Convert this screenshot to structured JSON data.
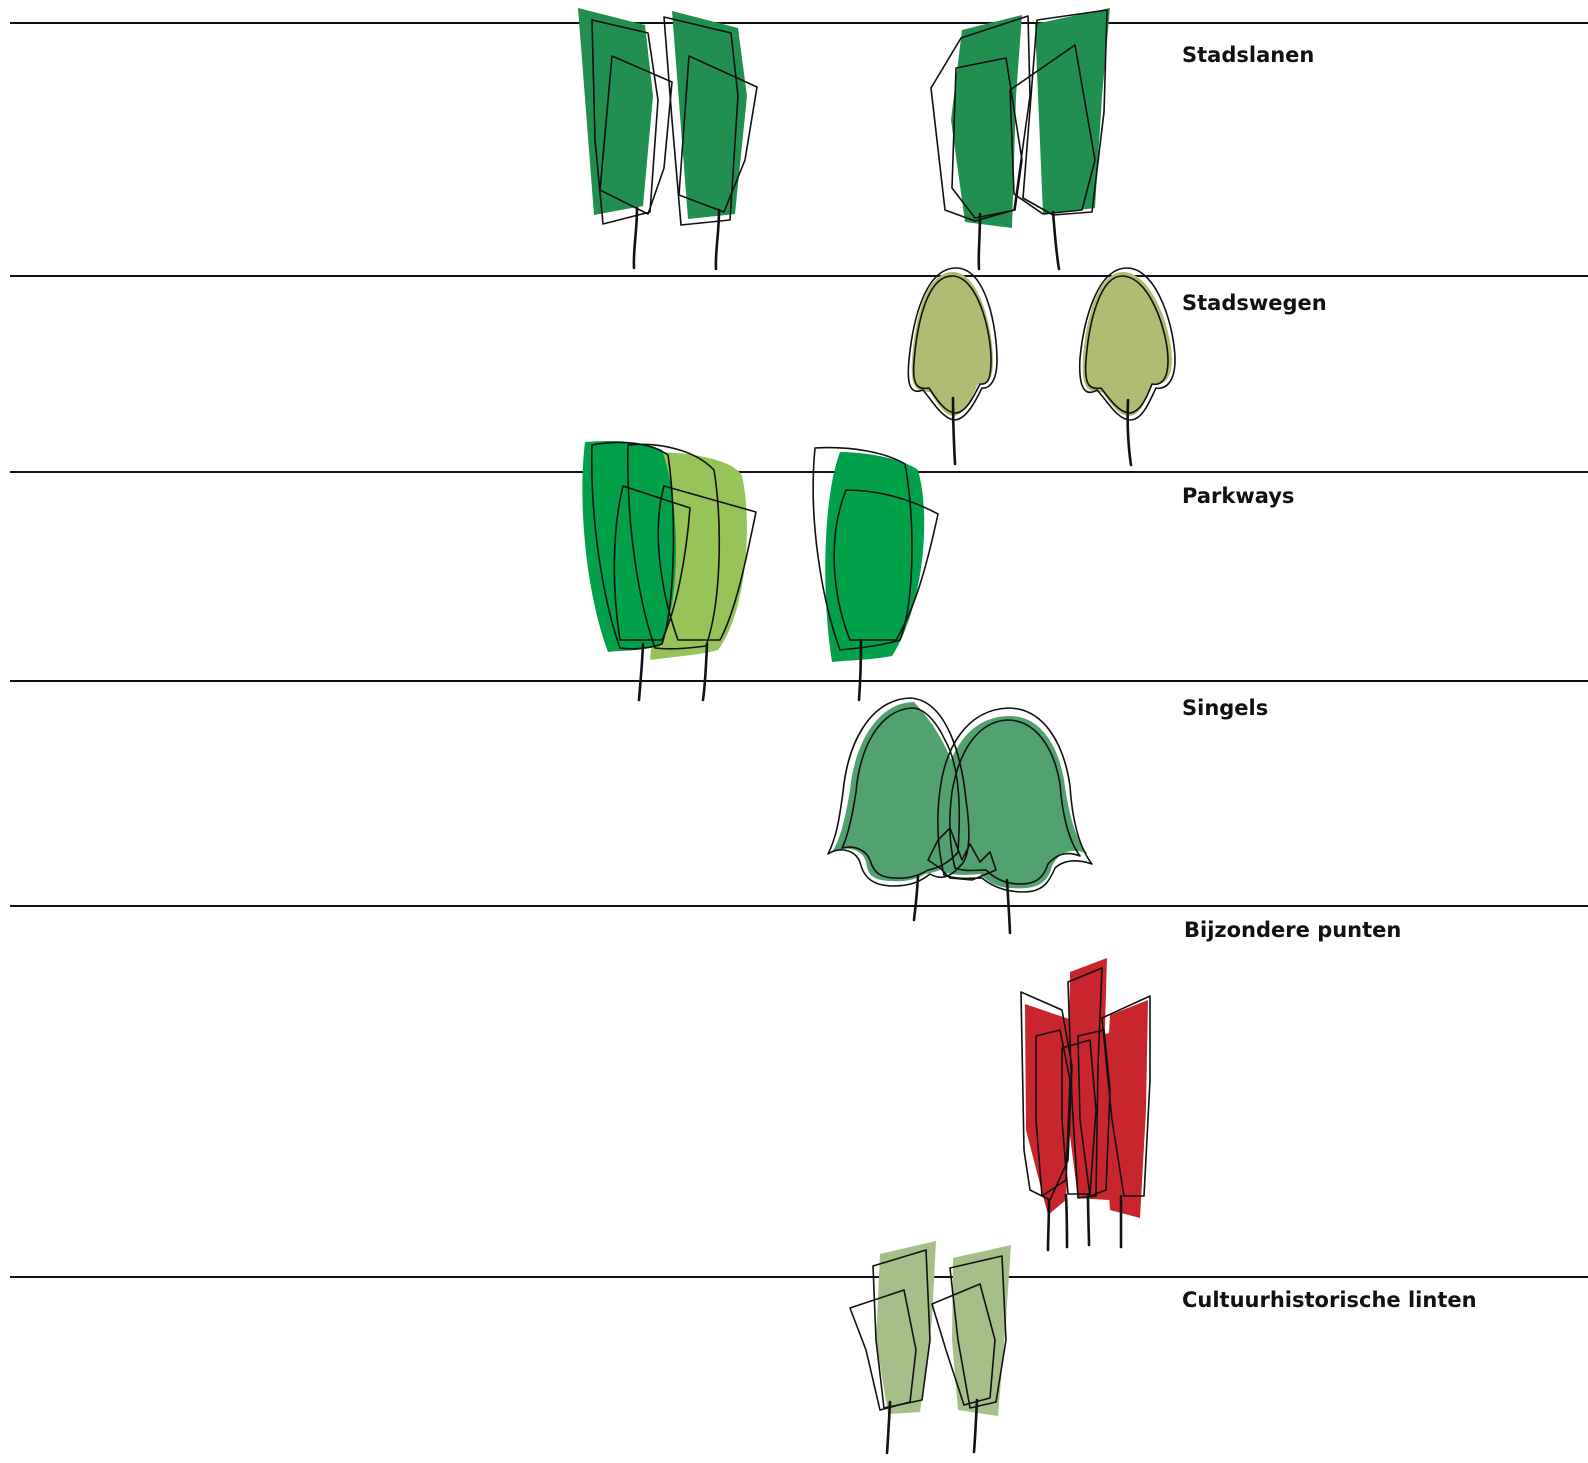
{
  "rows": [
    {
      "label": "Stadslanen",
      "tree_style": "narrow-columnar",
      "tree_count": 4,
      "fill_color": "#218f4f"
    },
    {
      "label": "Stadswegen",
      "tree_style": "ovate",
      "tree_count": 2,
      "fill_color": "#aebd72"
    },
    {
      "label": "Parkways",
      "tree_style": "broad-columnar",
      "tree_count": 3,
      "fill_colors": [
        "#00a14a",
        "#97c458"
      ]
    },
    {
      "label": "Singels",
      "tree_style": "umbrella",
      "tree_count": 2,
      "fill_color": "#52a270"
    },
    {
      "label": "Bijzondere punten",
      "tree_style": "fastigiate-cluster",
      "tree_count": 4,
      "fill_color": "#c9252c"
    },
    {
      "label": "Cultuurhistorische linten",
      "tree_style": "narrow-columnar",
      "tree_count": 2,
      "fill_color": "#a6bf89"
    }
  ]
}
